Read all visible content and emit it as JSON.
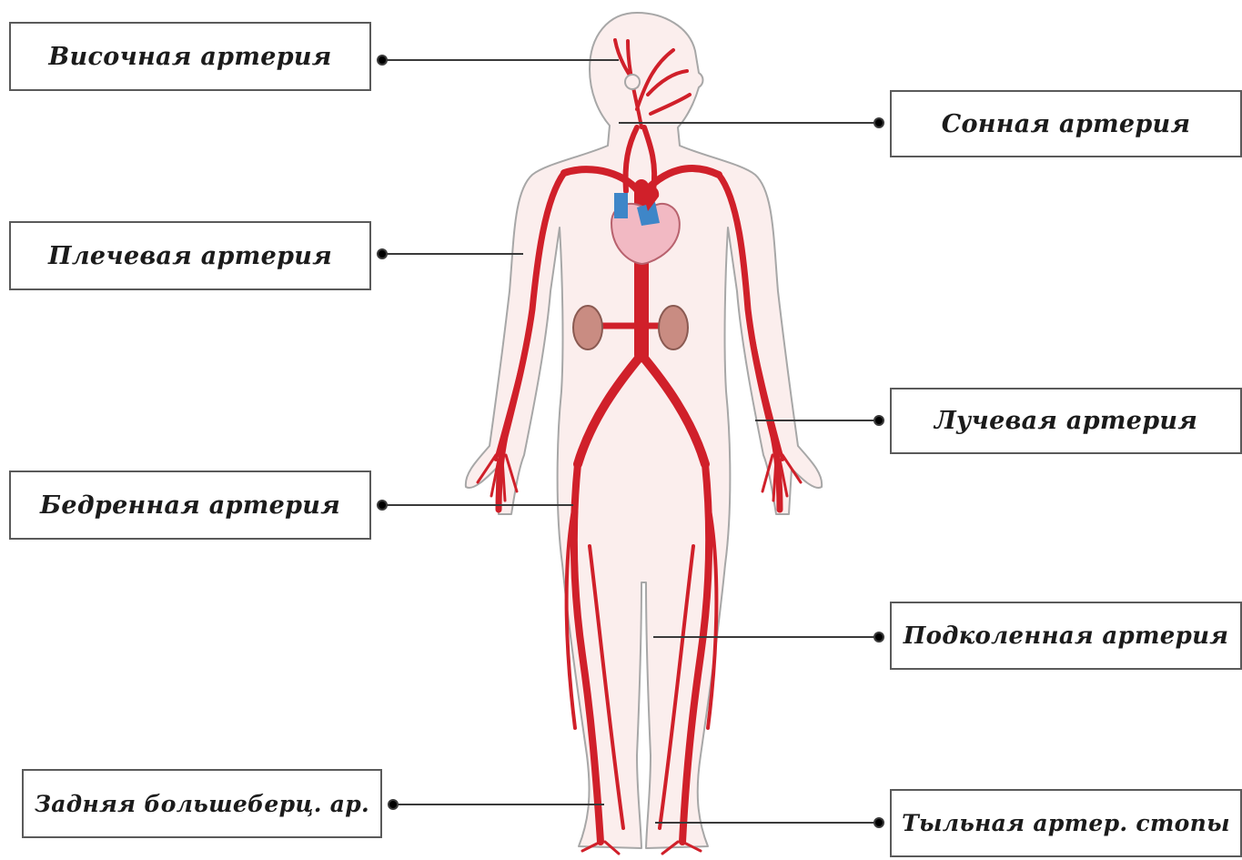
{
  "labels": {
    "temporal": "Височная артерия",
    "carotid": "Сонная артерия",
    "brachial": "Плечевая артерия",
    "radial": "Лучевая артерия",
    "femoral": "Бедренная артерия",
    "popliteal": "Подколенная артерия",
    "posterior_tibial": "Задняя большеберц. ар.",
    "dorsalis_pedis": "Тыльная артер. стопы"
  },
  "colors": {
    "artery": "#d0202a",
    "skin": "#fbeeed",
    "outline": "#a7a7a7",
    "heart": "#f2b9c3",
    "vein": "#3e86c8",
    "kidney": "#c98c82",
    "leader": "#3a3a3a"
  }
}
